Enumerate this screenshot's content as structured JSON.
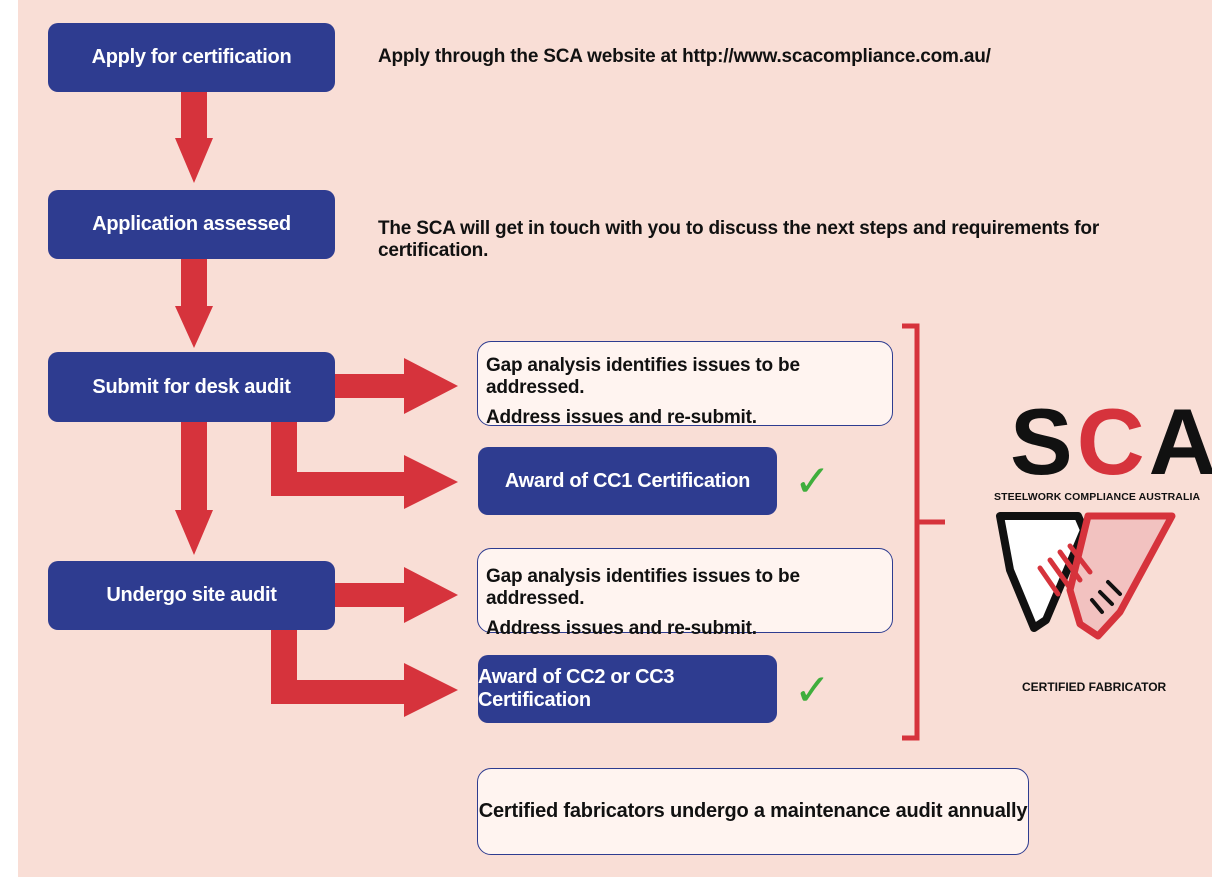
{
  "steps": {
    "apply": "Apply for certification",
    "assessed": "Application assessed",
    "desk_audit": "Submit for desk audit",
    "site_audit": "Undergo site audit"
  },
  "descriptions": {
    "apply": "Apply through the SCA website at http://www.scacompliance.com.au/",
    "assessed": "The SCA will get in touch with you to discuss the next steps and requirements for certification."
  },
  "gap_boxes": {
    "desk": {
      "line1": "Gap analysis identifies issues to be addressed.",
      "line2": "Address issues and re-submit."
    },
    "site": {
      "line1": "Gap analysis identifies issues to be addressed.",
      "line2": "Address issues and re-submit."
    }
  },
  "awards": {
    "cc1": "Award of CC1 Certification",
    "cc2_cc3": "Award of CC2 or CC3 Certification"
  },
  "check_mark": "✓",
  "maintenance": "Certified fabricators undergo a maintenance audit annually",
  "logo": {
    "letters": [
      "S",
      "C",
      "A"
    ],
    "tagline": "STEELWORK COMPLIANCE AUSTRALIA",
    "badge": "CERTIFIED FABRICATOR"
  },
  "colors": {
    "background": "#f9ded6",
    "step_box": "#2e3c90",
    "arrow": "#d6333c",
    "check": "#3fae3c"
  }
}
